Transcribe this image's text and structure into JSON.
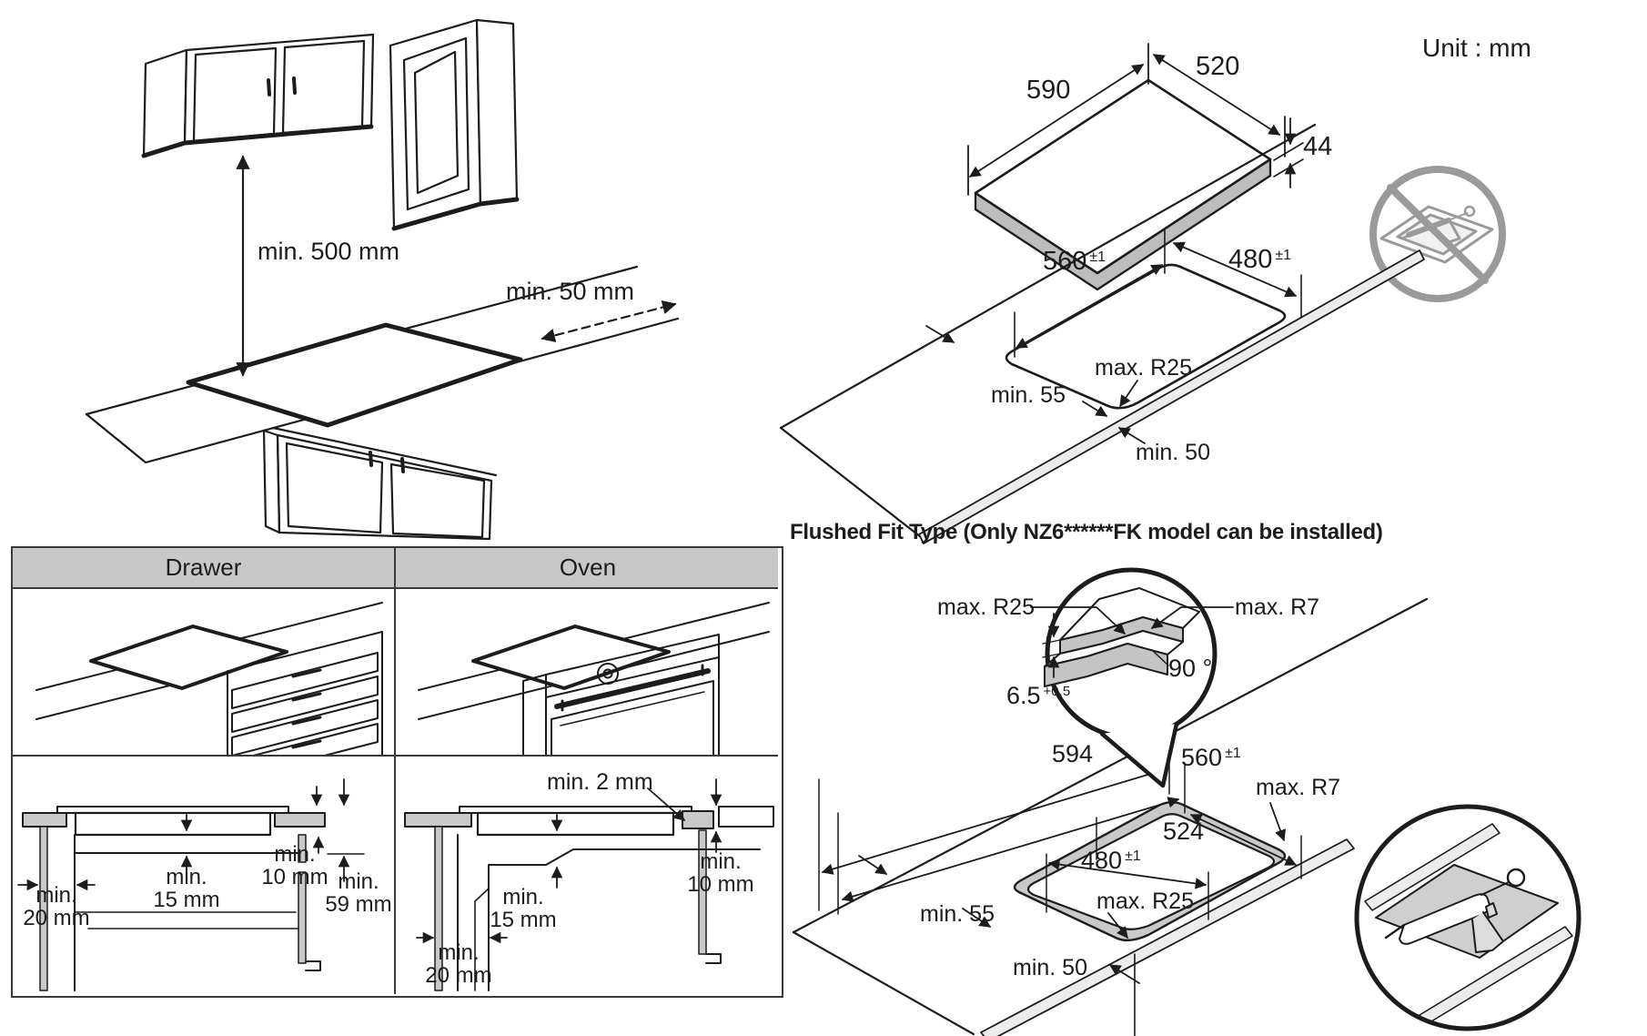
{
  "page": {
    "unit_label": "Unit : mm"
  },
  "overview": {
    "min_above": "min. 500 mm",
    "min_side": "min. 50 mm"
  },
  "cooktop": {
    "width": "590",
    "depth": "520",
    "height": "44"
  },
  "cutout": {
    "width": "560",
    "width_tol": "±1",
    "depth": "480",
    "depth_tol": "±1",
    "radius": "max. R25",
    "front": "min. 55",
    "rear": "min. 50"
  },
  "flushed": {
    "heading": "Flushed Fit Type (Only NZ6******FK model can be installed)",
    "detail": {
      "inner_radius": "max. R25",
      "outer_radius": "max. R7",
      "angle": "90 °",
      "depth": "6.5",
      "depth_tol": "+0.5"
    },
    "outer_width": "594",
    "cut_width": "560",
    "cut_width_tol": "±1",
    "inner_width": "524",
    "cut_depth": "480",
    "cut_depth_tol": "±1",
    "radius": "max. R25",
    "outer_radius": "max. R7",
    "front": "min. 55",
    "rear": "min. 50"
  },
  "table": {
    "headers": [
      "Drawer",
      "Oven"
    ],
    "drawer": {
      "min10": [
        "min.",
        "10 mm"
      ],
      "min15": [
        "min.",
        "15 mm"
      ],
      "min20": [
        "min.",
        "20 mm"
      ],
      "min59": [
        "min.",
        "59 mm"
      ]
    },
    "oven": {
      "min2": "min. 2 mm",
      "min10": [
        "min.",
        "10 mm"
      ],
      "min15": [
        "min.",
        "15 mm"
      ],
      "min20": [
        "min.",
        "20 mm"
      ]
    }
  }
}
